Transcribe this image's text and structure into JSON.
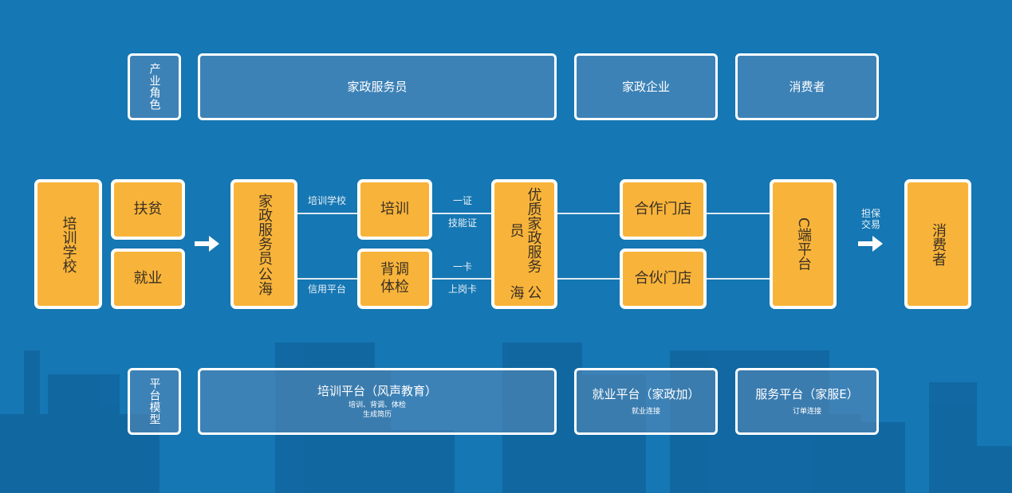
{
  "colors": {
    "background": "#1577B3",
    "orange": "#F8B43A",
    "box_border": "#FFFFFF",
    "text_dark": "#3B3024",
    "text_light": "#FFFFFF"
  },
  "industry_roles": {
    "label": "产业角色",
    "items": [
      "家政服务员",
      "家政企业",
      "消费者"
    ]
  },
  "flow": {
    "sources": {
      "school": "培训学校",
      "poverty_relief": "扶贫",
      "employment": "就业"
    },
    "pool": "家政服务员公海",
    "pool_lines": [
      "家政服务员",
      "公海"
    ],
    "links_pool_to_steps": {
      "top": "培训学校",
      "bottom": "信用平台"
    },
    "steps": {
      "training": "培训",
      "background_check_lines": [
        "背调",
        "体检"
      ]
    },
    "links_steps_to_quality": {
      "top_upper": "一证",
      "top_lower": "技能证",
      "bottom_upper": "一卡",
      "bottom_lower": "上岗卡"
    },
    "quality_pool": "优质家政服务员公海",
    "quality_pool_lines": [
      "优质家政服务员",
      "公海"
    ],
    "stores": [
      "合作门店",
      "合伙门店"
    ],
    "c_platform": "C端平台",
    "guarantee_lines": [
      "担保",
      "交易"
    ],
    "consumer": "消费者"
  },
  "platform_model": {
    "label": "平台模型",
    "items": [
      {
        "title": "培训平台（风声教育）",
        "sub_lines": [
          "培训、背调、体检",
          "生成简历"
        ]
      },
      {
        "title": "就业平台（家政加）",
        "sub_lines": [
          "就业连接"
        ]
      },
      {
        "title": "服务平台（家服E）",
        "sub_lines": [
          "订单连接"
        ]
      }
    ]
  },
  "icons": {
    "flow_arrow": "right-arrow-icon"
  }
}
